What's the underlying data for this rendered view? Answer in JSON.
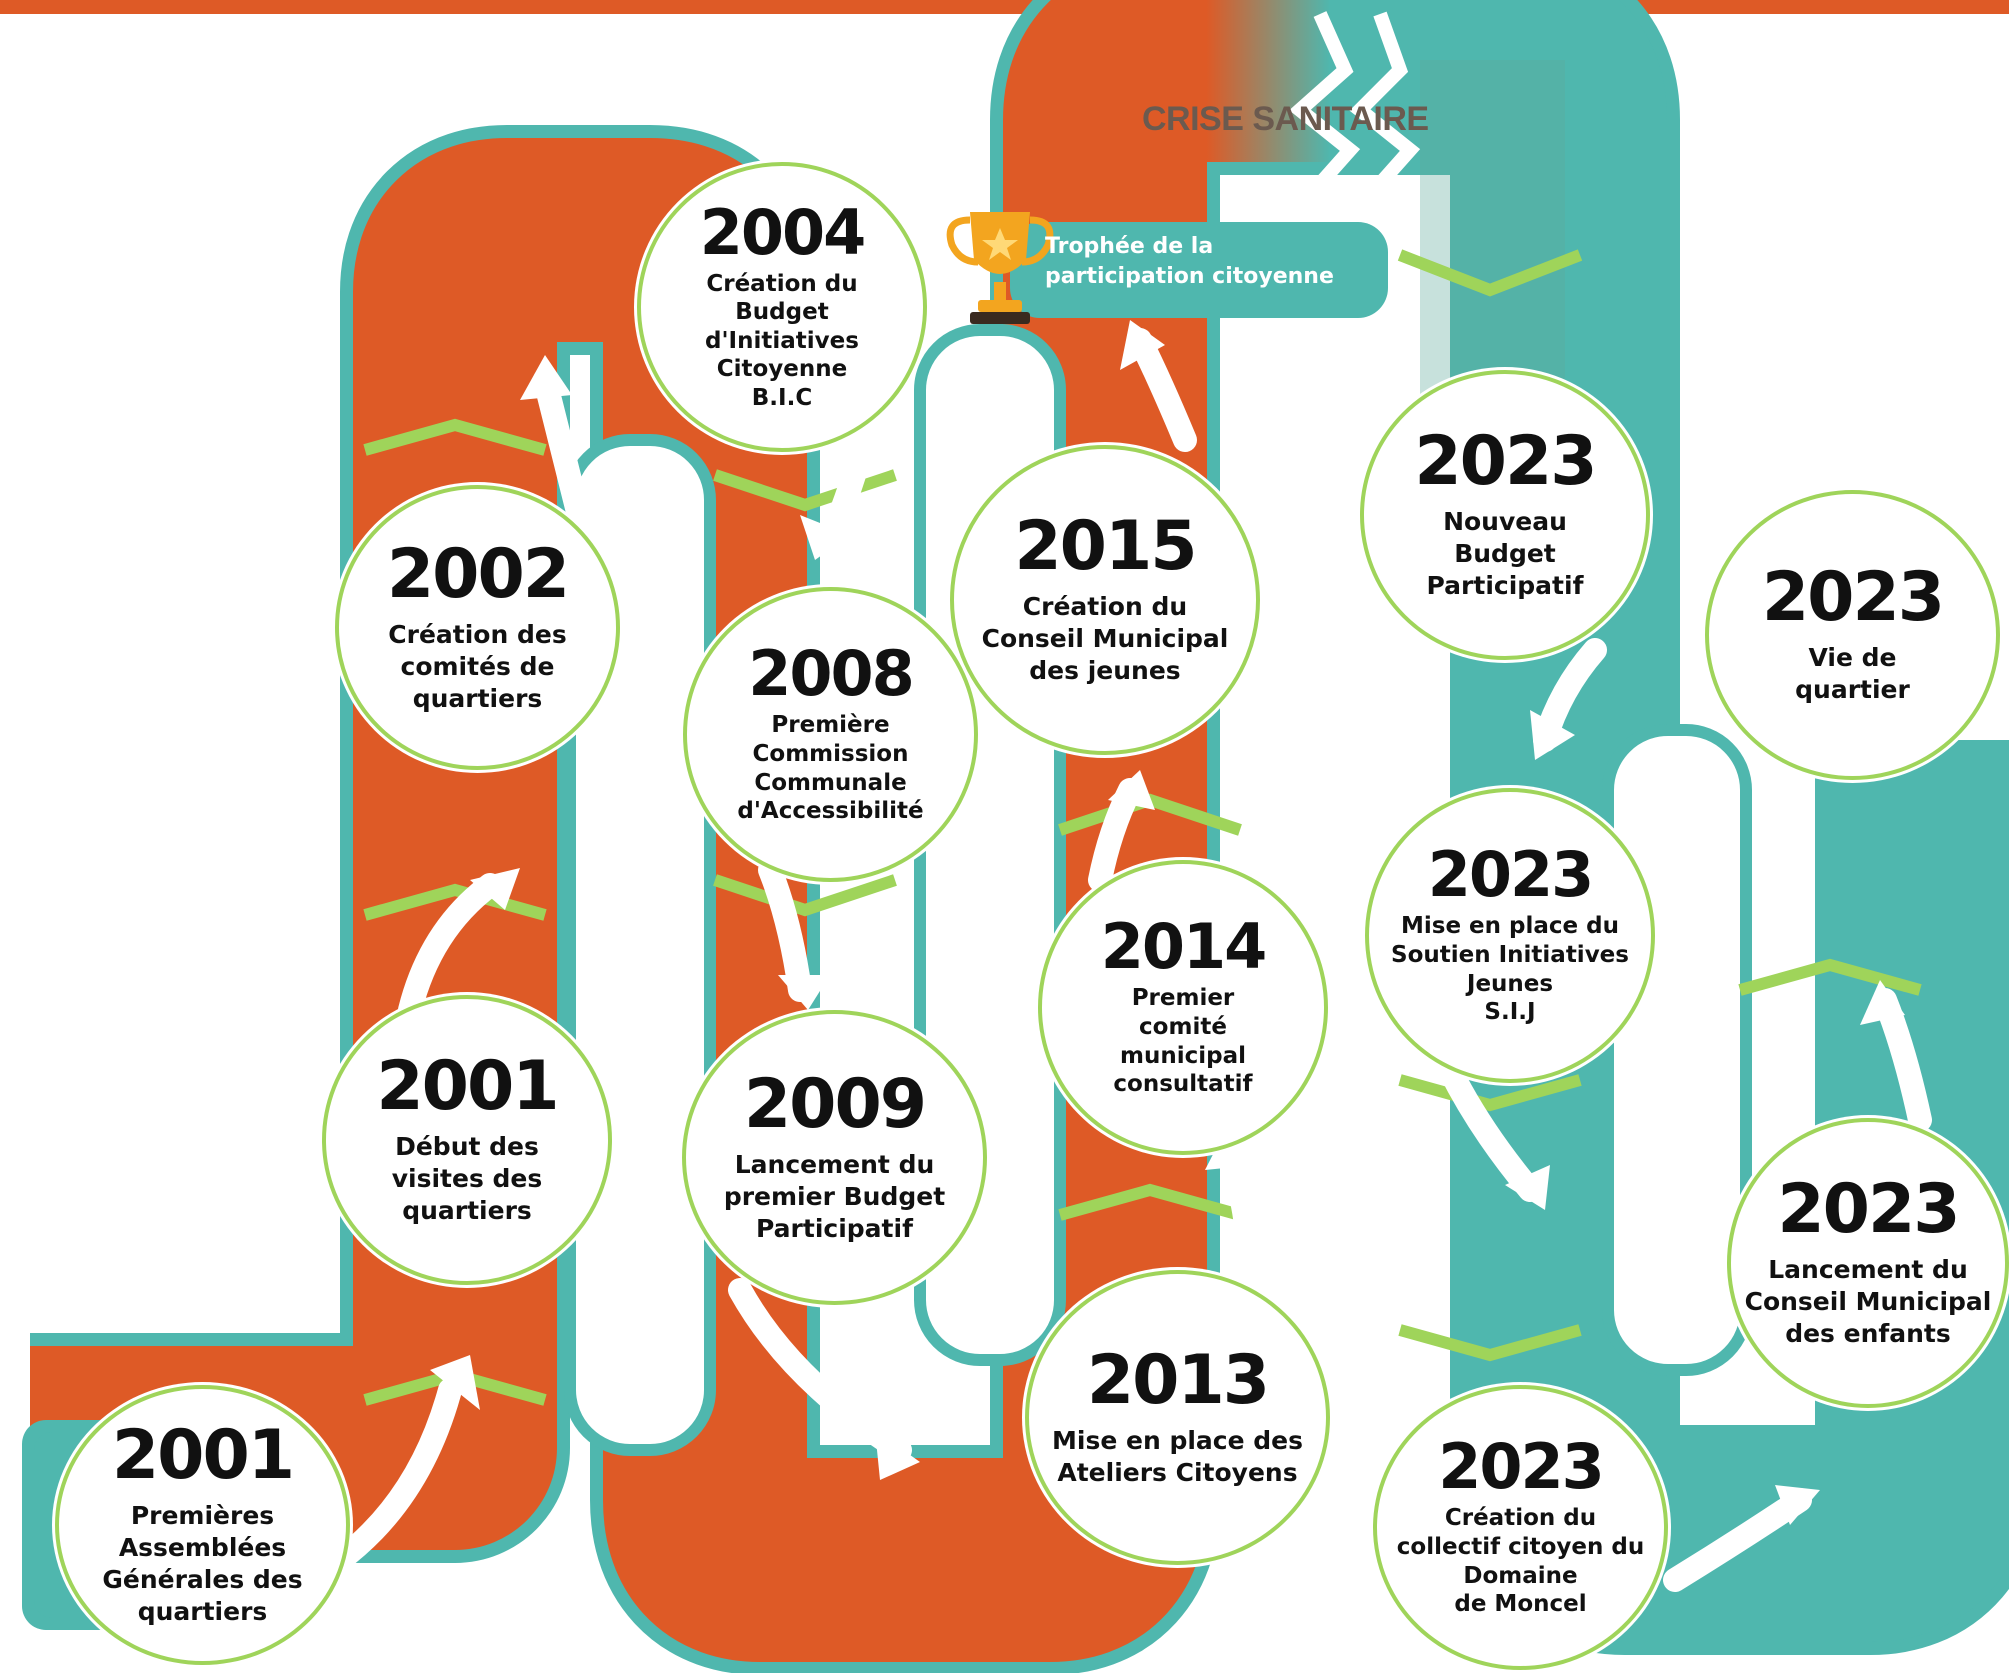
{
  "colors": {
    "accent_orange": "#de5a26",
    "accent_teal": "#4fb7ae",
    "accent_green": "#9fd45a",
    "text": "#111111"
  },
  "crisis": {
    "label": "CRISE SANITAIRE"
  },
  "award": {
    "icon": "trophy-icon",
    "label": "Trophée de la\nparticipation citoyenne"
  },
  "milestones": [
    {
      "year": "2001",
      "text": "Premières\nAssemblées\nGénérales des\nquartiers"
    },
    {
      "year": "2001",
      "text": "Début des\nvisites des\nquartiers"
    },
    {
      "year": "2002",
      "text": "Création des\ncomités de\nquartiers"
    },
    {
      "year": "2004",
      "text": "Création du\nBudget\nd'Initiatives\nCitoyenne\nB.I.C"
    },
    {
      "year": "2008",
      "text": "Première\nCommission\nCommunale\nd'Accessibilité"
    },
    {
      "year": "2009",
      "text": "Lancement du\npremier Budget\nParticipatif"
    },
    {
      "year": "2013",
      "text": "Mise en place des\nAteliers Citoyens"
    },
    {
      "year": "2014",
      "text": "Premier\ncomité\nmunicipal\nconsultatif"
    },
    {
      "year": "2015",
      "text": "Création du\nConseil Municipal\ndes jeunes"
    },
    {
      "year": "2023",
      "text": "Nouveau\nBudget\nParticipatif"
    },
    {
      "year": "2023",
      "text": "Mise en place du\nSoutien Initiatives\nJeunes\nS.I.J"
    },
    {
      "year": "2023",
      "text": "Création du\ncollectif citoyen du\nDomaine\nde Moncel"
    },
    {
      "year": "2023",
      "text": "Lancement du\nConseil Municipal\ndes enfants"
    },
    {
      "year": "2023",
      "text": "Vie de\nquartier"
    }
  ]
}
